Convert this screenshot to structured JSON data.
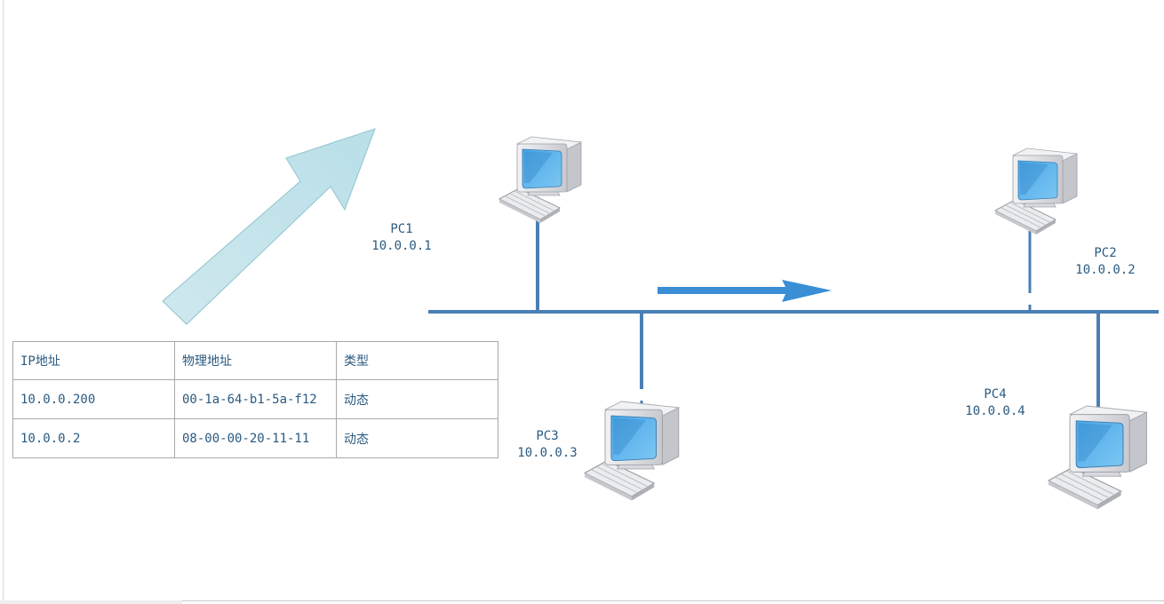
{
  "nodes": [
    {
      "id": "pc1",
      "name": "PC1",
      "ip": "10.0.0.1"
    },
    {
      "id": "pc2",
      "name": "PC2",
      "ip": "10.0.0.2"
    },
    {
      "id": "pc3",
      "name": "PC3",
      "ip": "10.0.0.3"
    },
    {
      "id": "pc4",
      "name": "PC4",
      "ip": "10.0.0.4"
    }
  ],
  "arp_table": {
    "headers": [
      "IP地址",
      "物理地址",
      "类型"
    ],
    "rows": [
      [
        "10.0.0.200",
        "00-1a-64-b1-5a-f12",
        "动态"
      ],
      [
        "10.0.0.2",
        "08-00-00-20-11-11",
        "动态"
      ]
    ]
  },
  "colors": {
    "bus": "#4a7fb5",
    "flow_arrow": "#3a8ed6",
    "big_arrow_fill": "#cfe8ee",
    "big_arrow_stroke": "#8fc4d0",
    "label_text": "#2a5a80"
  },
  "icons": {
    "computer": "computer-icon",
    "flow_arrow": "arrow-right-icon",
    "big_arrow": "arrow-up-right-icon"
  }
}
